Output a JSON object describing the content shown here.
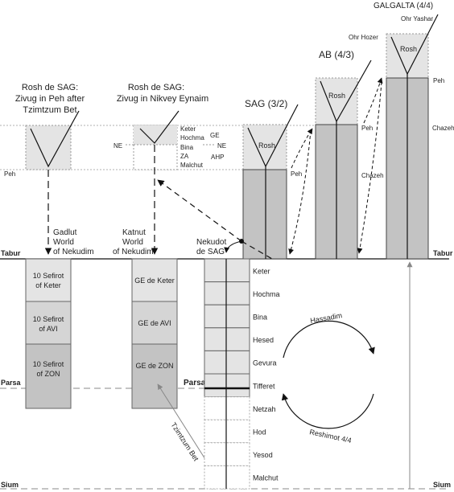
{
  "levels": {
    "tabur": "Tabur",
    "parsa": "Parsa",
    "sium": "Sium"
  },
  "partzufim": {
    "galgalta": {
      "title": "GALGALTA (4/4)",
      "light_direct": "Ohr Yashar",
      "light_reflected": "Ohr Hozer",
      "rosh": "Rosh",
      "peh": "Peh"
    },
    "ab": {
      "title": "AB (4/3)",
      "rosh": "Rosh",
      "peh": "Peh",
      "chazeh": "Chazeh",
      "chazeh_right": "Chazeh"
    },
    "sag": {
      "title": "SAG (3/2)",
      "rosh": "Rosh",
      "peh": "Peh"
    }
  },
  "rosh_peh": {
    "title_line1": "Rosh de SAG:",
    "title_line2": "Zivug in Peh after",
    "title_line3": "Tzimtzum Bet",
    "peh": "Peh"
  },
  "rosh_nikvey": {
    "title_line1": "Rosh de SAG:",
    "title_line2": "Zivug in Nikvey Eynaim",
    "ne_left": "NE",
    "sefirot": [
      "Keter",
      "Hochma",
      "Bina",
      "ZA",
      "Malchut"
    ],
    "ge": "GE",
    "ne_right": "NE",
    "ahp": "AHP"
  },
  "gadlut": {
    "label_line1": "Gadlut",
    "label_line2": "World",
    "label_line3": "of Nekudim",
    "blocks": [
      {
        "line1": "10 Sefirot",
        "line2": "of Keter"
      },
      {
        "line1": "10 Sefirot",
        "line2": "of AVI"
      },
      {
        "line1": "10 Sefirot",
        "line2": "of ZON"
      }
    ]
  },
  "katnut": {
    "label_line1": "Katnut",
    "label_line2": "World",
    "label_line3": "of Nekudim",
    "blocks": [
      "GE de Keter",
      "GE de AVI",
      "GE de ZON"
    ]
  },
  "nekudot": {
    "label_line1": "Nekudot",
    "label_line2": "de SAG",
    "sefirot": [
      "Keter",
      "Hochma",
      "Bina",
      "Hesed",
      "Gevura",
      "Tifferet",
      "Netzah",
      "Hod",
      "Yesod",
      "Malchut"
    ]
  },
  "cycle": {
    "top": "Hassadim",
    "bottom": "Reshimot 4/4"
  },
  "tzimtzum_bet": "Tzimtzum Bet",
  "colors": {
    "dark_gray": "#c3c3c3",
    "light_gray": "#e4e4e4",
    "line": "#333333"
  }
}
